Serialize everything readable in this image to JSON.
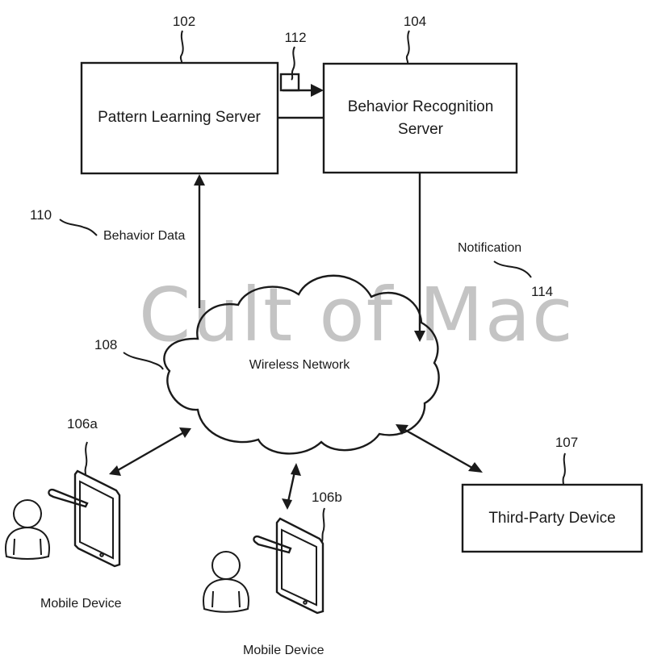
{
  "diagram": {
    "nodes": {
      "pattern_learning_server": {
        "label": "Pattern Learning Server",
        "ref": "102"
      },
      "behavior_recognition_server": {
        "label_line1": "Behavior Recognition",
        "label_line2": "Server",
        "ref": "104"
      },
      "wireless_network": {
        "label": "Wireless Network",
        "ref": "108"
      },
      "mobile_device_a": {
        "label": "Mobile Device",
        "ref": "106a"
      },
      "mobile_device_b": {
        "label": "Mobile Device",
        "ref": "106b"
      },
      "third_party_device": {
        "label": "Third-Party Device",
        "ref": "107"
      },
      "data_packet": {
        "ref": "112"
      }
    },
    "edges": {
      "behavior_data": {
        "label": "Behavior Data",
        "ref": "110"
      },
      "notification": {
        "label": "Notification",
        "ref": "114"
      }
    }
  },
  "watermark": "Cult of Mac"
}
